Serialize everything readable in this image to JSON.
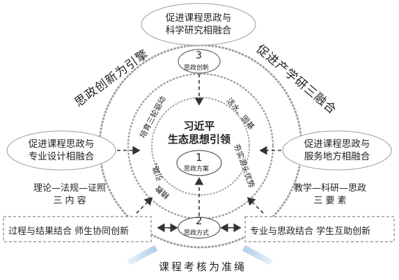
{
  "top_ellipse": {
    "line1": "促进课程思政与",
    "line2": "科学研究相融合"
  },
  "left_ellipse": {
    "line1": "促进课程思政与",
    "line2": "专业设计相融合"
  },
  "right_ellipse": {
    "line1": "促进课程思政与",
    "line2": "服务地方相融合"
  },
  "left_arc_label": "思政创新为引擎",
  "right_arc_label": "促进产学研三融合",
  "bottom_arc_label": "课程考核为准绳",
  "center_title": {
    "line1": "习近平",
    "line2": "生态思想引领"
  },
  "node1": {
    "number": "1",
    "label": "思政方案"
  },
  "node2": {
    "number": "2",
    "label": "思政方式"
  },
  "node3": {
    "number": "3",
    "label": "思政创新"
  },
  "inner_ring_left": "培育三轮驱动",
  "inner_ring_right_top": "活水、固基",
  "inner_ring_right": "夯实源头优势",
  "inner_ring_left_low": "引路、",
  "inner_ring_left_bottom": "精教",
  "left_text": {
    "line1": "理论—法规—证照",
    "line2": "三 内 容"
  },
  "right_text": {
    "line1": "教学—科研—思政",
    "line2": "三 要 素"
  },
  "bottom_left_box": "过程与结果结合  师生协同创新",
  "bottom_right_box": "专业与思政结合  学生互助创新",
  "colors": {
    "dotted_ring": "#a0a0a0",
    "arrow": "#333333",
    "node_circle": "#555555",
    "accent_blue": "#a9c4e6"
  }
}
